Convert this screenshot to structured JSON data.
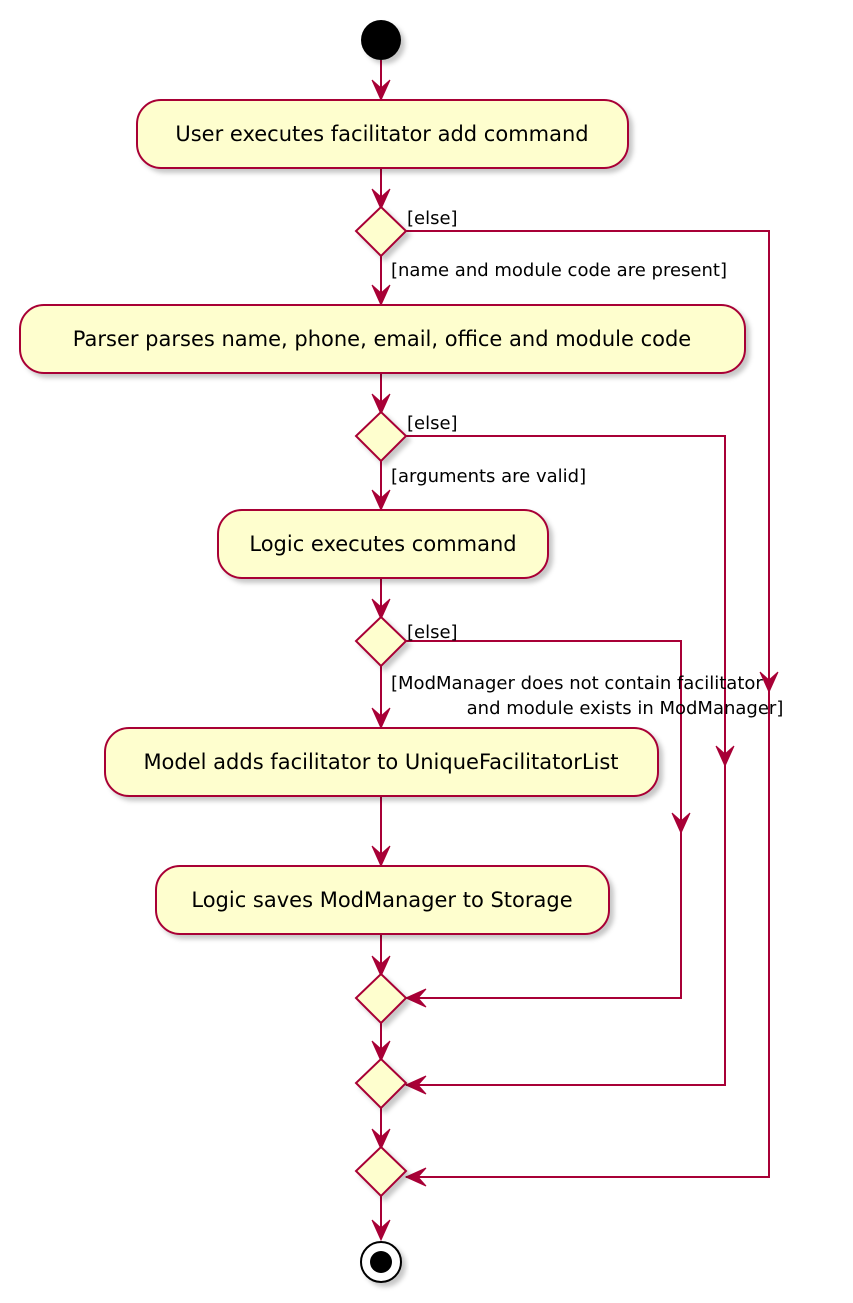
{
  "colors": {
    "line": "#A80036",
    "node_fill": "#FEFECE",
    "shadow": "#b9b9a0",
    "start": "#000000",
    "text": "#000000"
  },
  "activities": {
    "user_executes": "User executes facilitator add command",
    "parser_parses": "Parser parses name, phone, email, office and module code",
    "logic_executes": "Logic executes command",
    "model_adds": "Model adds facilitator to UniqueFacilitatorList",
    "logic_saves": "Logic saves ModManager to Storage"
  },
  "guards": {
    "else_1": "[else]",
    "present": "[name and module code are present]",
    "else_2": "[else]",
    "valid": "[arguments are valid]",
    "else_3": "[else]",
    "not_contain_line1": "[ModManager does not contain facilitator",
    "not_contain_line2": "and module exists in ModManager]"
  }
}
